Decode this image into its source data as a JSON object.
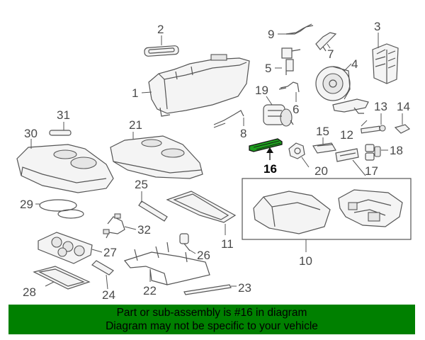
{
  "parts": {
    "p1": "1",
    "p2": "2",
    "p3": "3",
    "p4": "4",
    "p5": "5",
    "p6": "6",
    "p7": "7",
    "p8": "8",
    "p9": "9",
    "p10": "10",
    "p11": "11",
    "p12": "12",
    "p13": "13",
    "p14": "14",
    "p15": "15",
    "p16": "16",
    "p17": "17",
    "p18": "18",
    "p19": "19",
    "p20": "20",
    "p21": "21",
    "p22": "22",
    "p23": "23",
    "p24": "24",
    "p25": "25",
    "p26": "26",
    "p27": "27",
    "p28": "28",
    "p29": "29",
    "p30": "30",
    "p31": "31",
    "p32": "32"
  },
  "highlight": {
    "part": "16",
    "color": "#1e9e1e"
  },
  "banner": {
    "line1": "Part or sub-assembly is #16 in diagram",
    "line2": "Diagram may not be specific to your vehicle",
    "background": "#008000"
  }
}
